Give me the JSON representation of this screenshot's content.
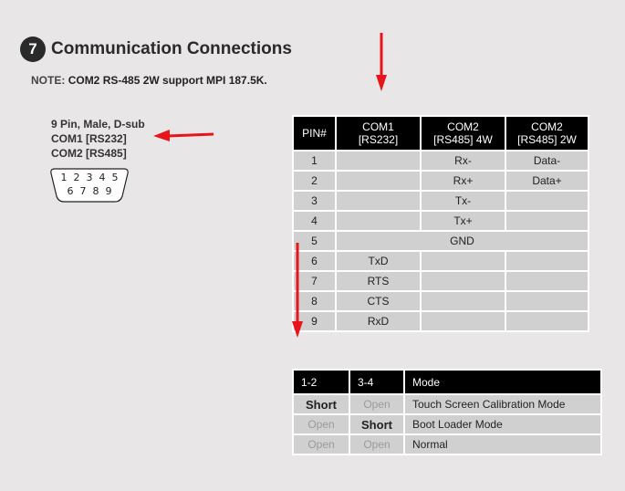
{
  "header": {
    "section_number": "7",
    "title": "Communication Connections"
  },
  "note": {
    "label": "NOTE:",
    "text": "COM2 RS-485 2W support MPI 187.5K."
  },
  "connector": {
    "line1": "9 Pin, Male, D-sub",
    "line2": "COM1 [RS232]",
    "line3": "COM2 [RS485]",
    "pins_top": [
      "1",
      "2",
      "3",
      "4",
      "5"
    ],
    "pins_bottom": [
      "6",
      "7",
      "8",
      "9"
    ]
  },
  "pin_table": {
    "headers": [
      {
        "line1": "PIN#",
        "line2": ""
      },
      {
        "line1": "COM1",
        "line2": "[RS232]"
      },
      {
        "line1": "COM2",
        "line2": "[RS485] 4W"
      },
      {
        "line1": "COM2",
        "line2": "[RS485] 2W"
      }
    ],
    "rows": [
      [
        "1",
        "",
        "Rx-",
        "Data-"
      ],
      [
        "2",
        "",
        "Rx+",
        "Data+"
      ],
      [
        "3",
        "",
        "Tx-",
        ""
      ],
      [
        "4",
        "",
        "Tx+",
        ""
      ],
      [
        "5",
        "GND"
      ],
      [
        "6",
        "TxD",
        "",
        ""
      ],
      [
        "7",
        "RTS",
        "",
        ""
      ],
      [
        "8",
        "CTS",
        "",
        ""
      ],
      [
        "9",
        "RxD",
        "",
        ""
      ]
    ]
  },
  "mode_table": {
    "headers": [
      "1-2",
      "3-4",
      "Mode"
    ],
    "rows": [
      [
        "Short",
        "Open",
        "Touch Screen Calibration Mode"
      ],
      [
        "Open",
        "Short",
        "Boot Loader Mode"
      ],
      [
        "Open",
        "Open",
        "Normal"
      ]
    ]
  },
  "colors": {
    "accent_arrow": "#e8141c",
    "header_bg": "#000000",
    "cell_bg": "#d0d0d0",
    "page_bg": "#e8e6e6",
    "muted_text": "#9a9a9a"
  }
}
